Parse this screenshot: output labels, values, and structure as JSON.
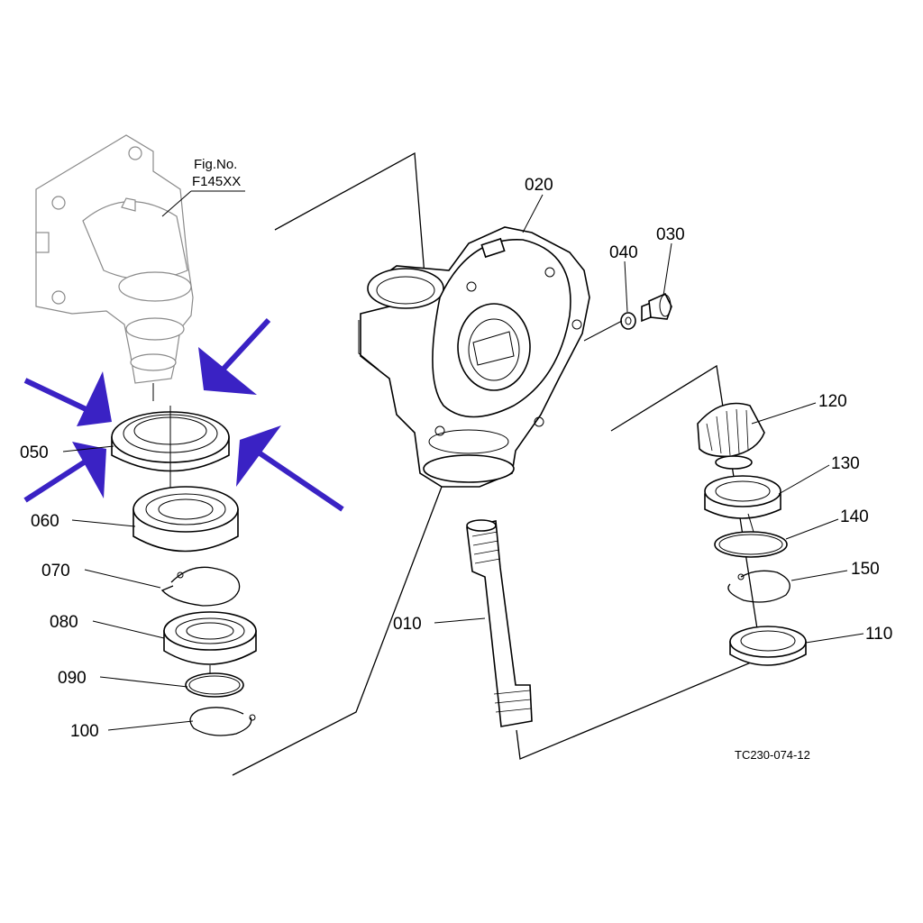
{
  "figure": {
    "ref_code": "TC230-074-12",
    "fig_no_label": "Fig.No.",
    "fig_no_value": "F145XX"
  },
  "callouts": {
    "p010": "010",
    "p020": "020",
    "p030": "030",
    "p040": "040",
    "p050": "050",
    "p060": "060",
    "p070": "070",
    "p080": "080",
    "p090": "090",
    "p100": "100",
    "p110": "110",
    "p120": "120",
    "p130": "130",
    "p140": "140",
    "p150": "150"
  },
  "colors": {
    "highlight_arrows": "#3a22c4",
    "line_art": "#000000",
    "reference_part": "#8a8a8a"
  }
}
